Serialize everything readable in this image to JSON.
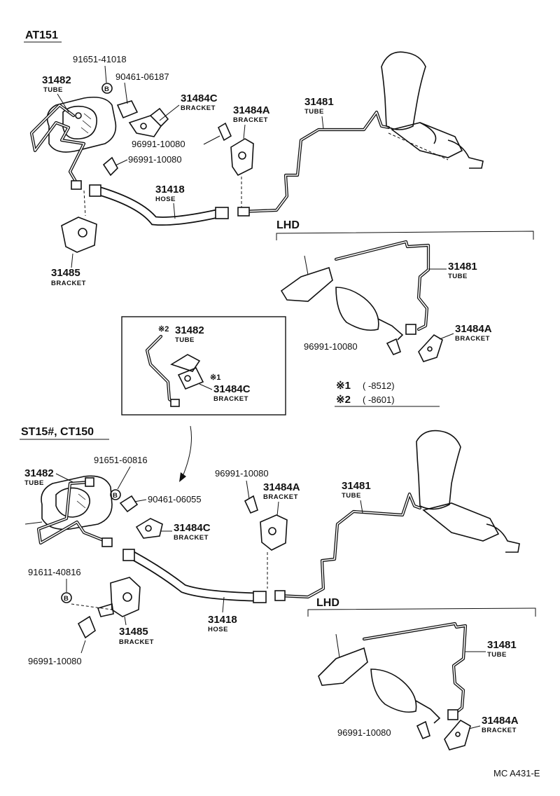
{
  "sections": {
    "at151": "AT151",
    "st15": "ST15#, CT150",
    "lhd": "LHD"
  },
  "parts": {
    "p31482_a": "31482",
    "p91651_a": "91651-41018",
    "p90461_a": "90461-06187",
    "p31484c_a": "31484C",
    "p31484a_a": "31484A",
    "p96991_a1": "96991-10080",
    "p96991_a2": "96991-10080",
    "p31418_a": "31418",
    "p31485_a": "31485",
    "p31481_a": "31481",
    "p31481_lhd_a": "31481",
    "p31484a_lhd_a": "31484A",
    "p96991_lhd_a": "96991-10080",
    "p31482_inset": "31482",
    "p31484c_inset": "31484C",
    "p31482_b": "31482",
    "p91651_b": "91651-60816",
    "p90461_b": "90461-06055",
    "p31484c_b": "31484C",
    "p96991_b1": "96991-10080",
    "p31484a_b": "31484A",
    "p31481_b": "31481",
    "p91611_b": "91611-40816",
    "p31485_b": "31485",
    "p96991_b2": "96991-10080",
    "p31418_b": "31418",
    "p31481_lhd_b": "31481",
    "p31484a_lhd_b": "31484A",
    "p96991_lhd_b": "96991-10080"
  },
  "names": {
    "tube": "TUBE",
    "bracket": "BRACKET",
    "hose": "HOSE"
  },
  "markers": {
    "bolt": "B",
    "note1": "※1",
    "note2": "※2"
  },
  "notes": {
    "n1_mark": "※1",
    "n1_text": "(      -8512)",
    "n2_mark": "※2",
    "n2_text": "(      -8601)"
  },
  "footer_code": "MC A431-E"
}
